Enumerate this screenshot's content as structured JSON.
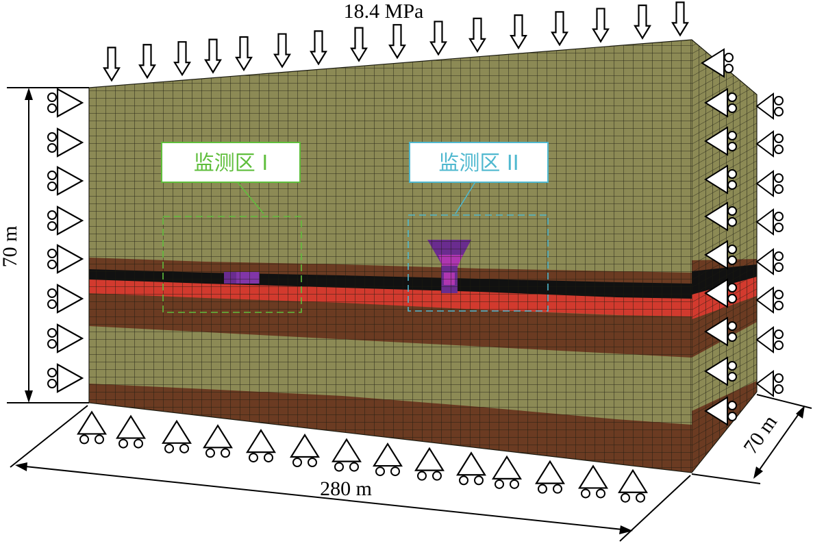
{
  "load_label": "18.4 MPa",
  "height_label": "70 m",
  "length_label": "280 m",
  "depth_label": "70 m",
  "zones": [
    {
      "label": "监测区 I",
      "color": "#5fbe3c"
    },
    {
      "label": "监测区 II",
      "color": "#4fb8cf"
    }
  ],
  "colors": {
    "sandstone": "#8c8a55",
    "mudstone": "#6b3b22",
    "coal": "#111111",
    "red_layer": "#d23a2e",
    "excavation": "#6a2c8f",
    "excavation_light": "#c13ab8",
    "mesh_line": "#1a1a10"
  }
}
